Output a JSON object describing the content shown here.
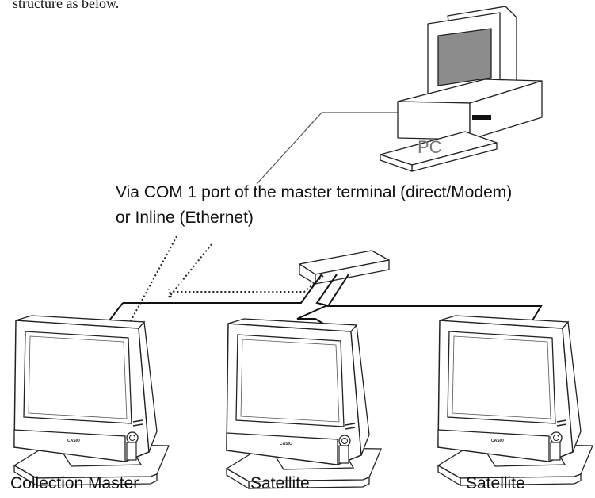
{
  "intro_text": "structure as below.",
  "pc": {
    "label": "PC"
  },
  "connection_note": {
    "line1": "Via COM 1 port of the master terminal (direct/Modem)",
    "line2": "or Inline (Ethernet)"
  },
  "terminals": [
    {
      "label": "Collection Master",
      "logo": "CASIO"
    },
    {
      "label": "Satellite",
      "logo": "CASIO"
    },
    {
      "label": "Satellite",
      "logo": "CASIO"
    }
  ]
}
